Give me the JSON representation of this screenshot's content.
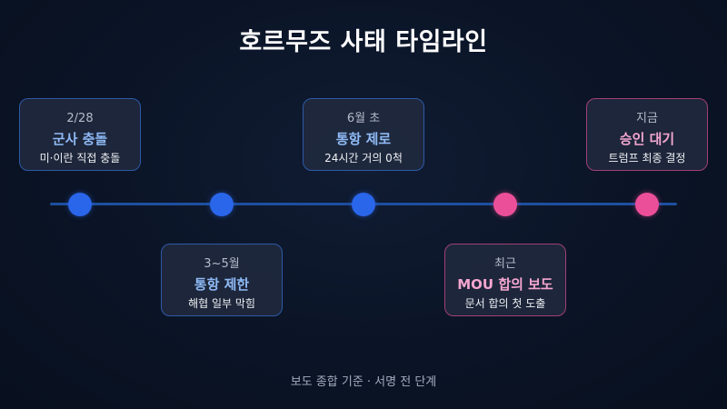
{
  "title": "호르무즈 사태 타임라인",
  "events": [
    {
      "date": "2/28",
      "headline": "군사 충돌",
      "detail": "미·이란 직접 충돌",
      "color": "#2a66ea"
    },
    {
      "date": "3~5월",
      "headline": "통항 제한",
      "detail": "해협 일부 막힘",
      "color": "#2a66ea"
    },
    {
      "date": "6월 초",
      "headline": "통항 제로",
      "detail": "24시간 거의 0척",
      "color": "#2a66ea"
    },
    {
      "date": "최근",
      "headline": "MOU 합의 보도",
      "detail": "문서 합의 첫 도출",
      "color": "#ec4f9a"
    },
    {
      "date": "지금",
      "headline": "승인 대기",
      "detail": "트럼프 최종 결정",
      "color": "#ec4f9a"
    }
  ],
  "footer": "보도 종합 기준 · 서명 전 단계"
}
